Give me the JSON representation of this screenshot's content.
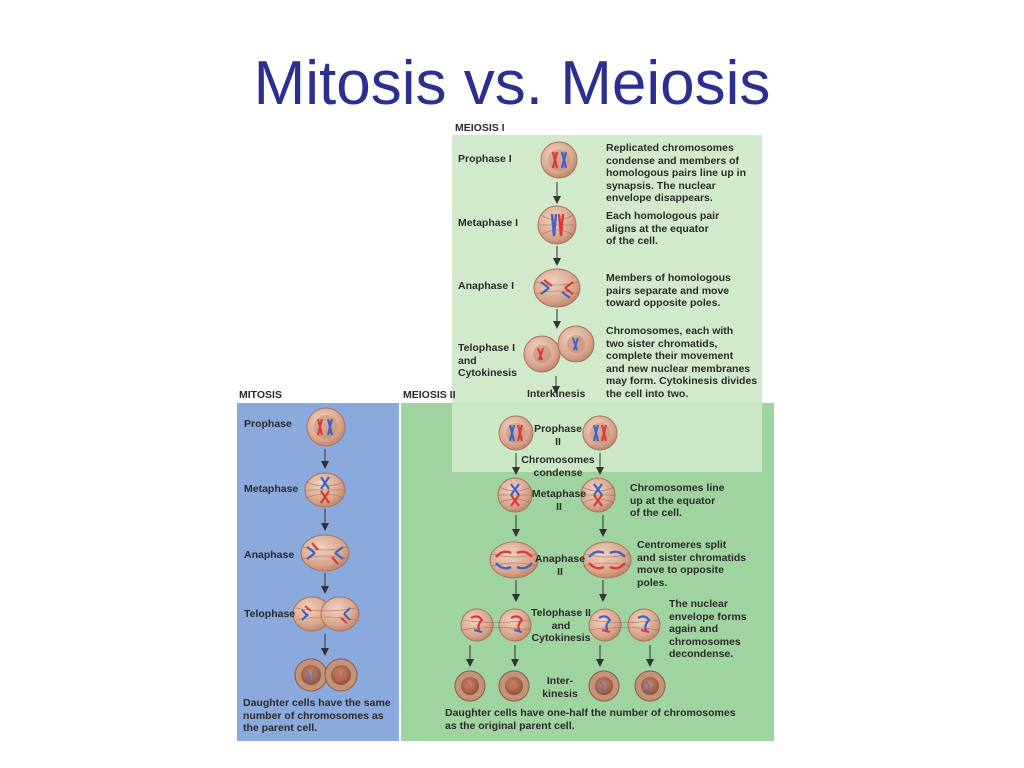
{
  "title": "Mitosis vs. Meiosis",
  "colors": {
    "title": "#2b2f8f",
    "mitosis_panel": "#8aa9dd",
    "meiosis1_panel": "#cfe8c8",
    "meiosis2_panel": "#9fd3a0",
    "cell": "#dba98c",
    "chromosome_red": "#d93a3a",
    "chromosome_blue": "#3b63c8"
  },
  "meiosis1": {
    "header": "MEIOSIS I",
    "stages": [
      {
        "label": "Prophase I",
        "desc": "Replicated chromosomes\ncondense and members of\nhomologous pairs line up in\nsynapsis. The nuclear\nenvelope disappears."
      },
      {
        "label": "Metaphase I",
        "desc": "Each homologous pair\naligns at the equator\nof the cell."
      },
      {
        "label": "Anaphase I",
        "desc": "Members of homologous\npairs separate and move\ntoward opposite poles."
      },
      {
        "label": "Telophase I\nand\nCytokinesis",
        "desc": "Chromosomes, each with\ntwo sister chromatids,\ncomplete their movement\nand new nuclear membranes\nmay form. Cytokinesis divides\nthe cell into two."
      }
    ],
    "interkinesis": "Interkinesis"
  },
  "mitosis": {
    "header": "MITOSIS",
    "stages": [
      "Prophase",
      "Metaphase",
      "Anaphase",
      "Telophase"
    ],
    "footer": "Daughter cells have the same\nnumber of chromosomes as\nthe parent cell."
  },
  "meiosis2": {
    "header": "MEIOSIS II",
    "stages": [
      {
        "label": "Prophase\nII",
        "note": "Chromosomes\ncondense"
      },
      {
        "label": "Metaphase\nII",
        "desc": "Chromosomes line\nup at the equator\nof the cell."
      },
      {
        "label": "Anaphase\nII",
        "desc": "Centromeres split\nand sister chromatids\nmove to opposite\npoles."
      },
      {
        "label": "Telophase II\nand\nCytokinesis",
        "desc": "The nuclear\nenvelope forms\nagain and\nchromosomes\ndecondense."
      }
    ],
    "interkinesis": "Inter-\nkinesis",
    "footer": "Daughter cells have one-half the number of chromosomes\nas the original parent cell."
  }
}
